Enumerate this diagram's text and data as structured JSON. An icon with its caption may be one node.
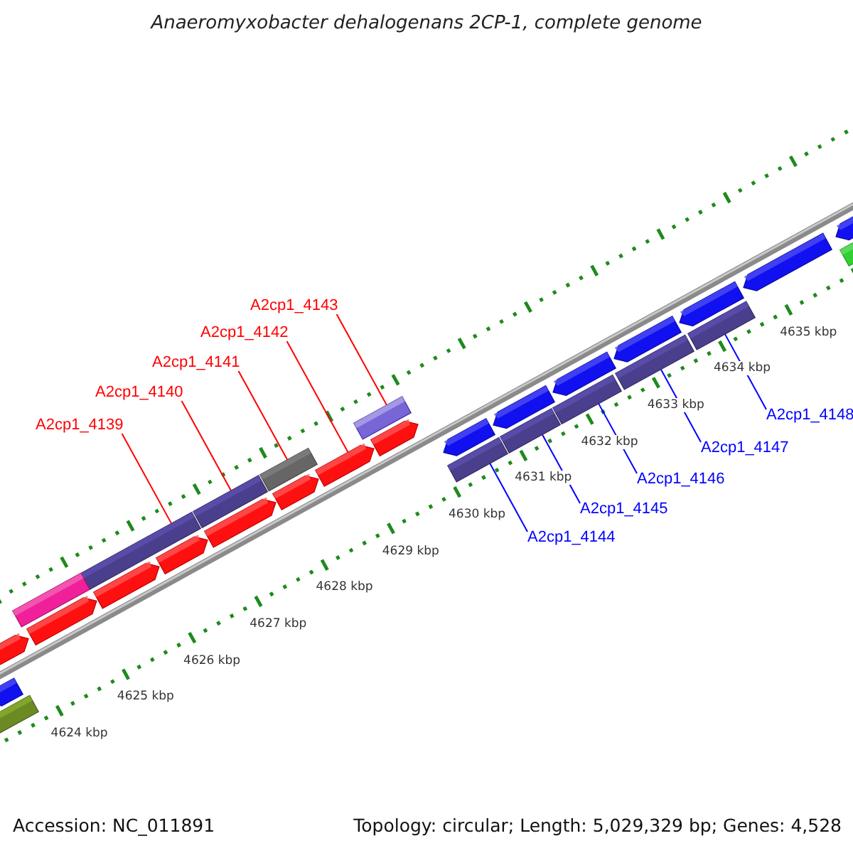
{
  "diagram": {
    "title": "Anaeromyxobacter dehalogenans 2CP-1, complete genome",
    "nodes": [
      {
        "text": [
          "A2cp1_4139"
        ]
      },
      {
        "text": [
          "A2cp1_4140"
        ]
      },
      {
        "text": [
          "A2cp1_4141"
        ]
      },
      {
        "text": [
          "A2cp1_4142"
        ]
      },
      {
        "text": [
          "A2cp1_4143"
        ]
      },
      {
        "text": [
          "A2cp1_4144"
        ]
      },
      {
        "text": [
          "A2cp1_4145"
        ]
      },
      {
        "text": [
          "A2cp1_4146"
        ]
      },
      {
        "text": [
          "A2cp1_4147"
        ]
      },
      {
        "text": [
          "A2cp1_4148"
        ]
      },
      {
        "text": [],
        "shape": "bar"
      },
      {
        "text": [],
        "shape": "bar"
      },
      {
        "text": [],
        "shape": "bar"
      },
      {
        "text": [],
        "shape": "pentagon"
      },
      {
        "text": [],
        "shape": "bar"
      },
      {
        "text": [],
        "shape": "bar"
      },
      {
        "text": [],
        "shape": "bar"
      },
      {
        "text": [],
        "shape": "bar"
      },
      {
        "text": [],
        "shape": "bar"
      },
      {
        "text": [],
        "shape": "bar"
      },
      {
        "text": [],
        "shape": "pentagon"
      },
      {
        "text": [],
        "shape": "pentagon"
      },
      {
        "text": [],
        "shape": "pentagon"
      },
      {
        "text": [],
        "shape": "pentagon"
      },
      {
        "text": [],
        "shape": "pentagon"
      },
      {
        "text": [],
        "shape": "pentagon"
      },
      {
        "text": [],
        "shape": "pentagon"
      },
      {
        "text": [],
        "shape": "bar"
      },
      {
        "text": [],
        "shape": "bar"
      },
      {
        "text": [],
        "shape": "pentagon"
      },
      {
        "text": [],
        "shape": "pentagon"
      },
      {
        "text": [],
        "shape": "pentagon"
      },
      {
        "text": [],
        "shape": "pentagon"
      },
      {
        "text": [],
        "shape": "pentagon"
      },
      {
        "text": [],
        "shape": "pentagon"
      },
      {
        "text": [],
        "shape": "pentagon"
      },
      {
        "text": [],
        "shape": "pentagon"
      },
      {
        "text": [],
        "shape": "bar"
      }
    ],
    "edges": [
      {
        "from": 0,
        "to": 10,
        "arrow": "none",
        "color": "#ff0000"
      },
      {
        "from": 1,
        "to": 11,
        "arrow": "none",
        "color": "#ff0000"
      },
      {
        "from": 2,
        "to": 12,
        "arrow": "none",
        "color": "#ff0000"
      },
      {
        "from": 3,
        "to": 13,
        "arrow": "none",
        "color": "#ff0000"
      },
      {
        "from": 4,
        "to": 14,
        "arrow": "none",
        "color": "#ff0000"
      },
      {
        "from": 5,
        "to": 15,
        "arrow": "none",
        "color": "#0000ff"
      },
      {
        "from": 6,
        "to": 16,
        "arrow": "none",
        "color": "#0000ff"
      },
      {
        "from": 7,
        "to": 17,
        "arrow": "none",
        "color": "#0000ff"
      },
      {
        "from": 8,
        "to": 18,
        "arrow": "none",
        "color": "#0000ff"
      },
      {
        "from": 9,
        "to": 19,
        "arrow": "none",
        "color": "#0000ff"
      }
    ],
    "labels": [
      "4624 kbp",
      "4625 kbp",
      "4626 kbp",
      "4627 kbp",
      "4628 kbp",
      "4629 kbp",
      "4630 kbp",
      "4631 kbp",
      "4632 kbp",
      "4633 kbp",
      "4634 kbp",
      "4635 kbp",
      "Accession: NC_011891",
      "Topology: circular; Length: 5,029,329 bp; Genes: 4,528"
    ]
  }
}
